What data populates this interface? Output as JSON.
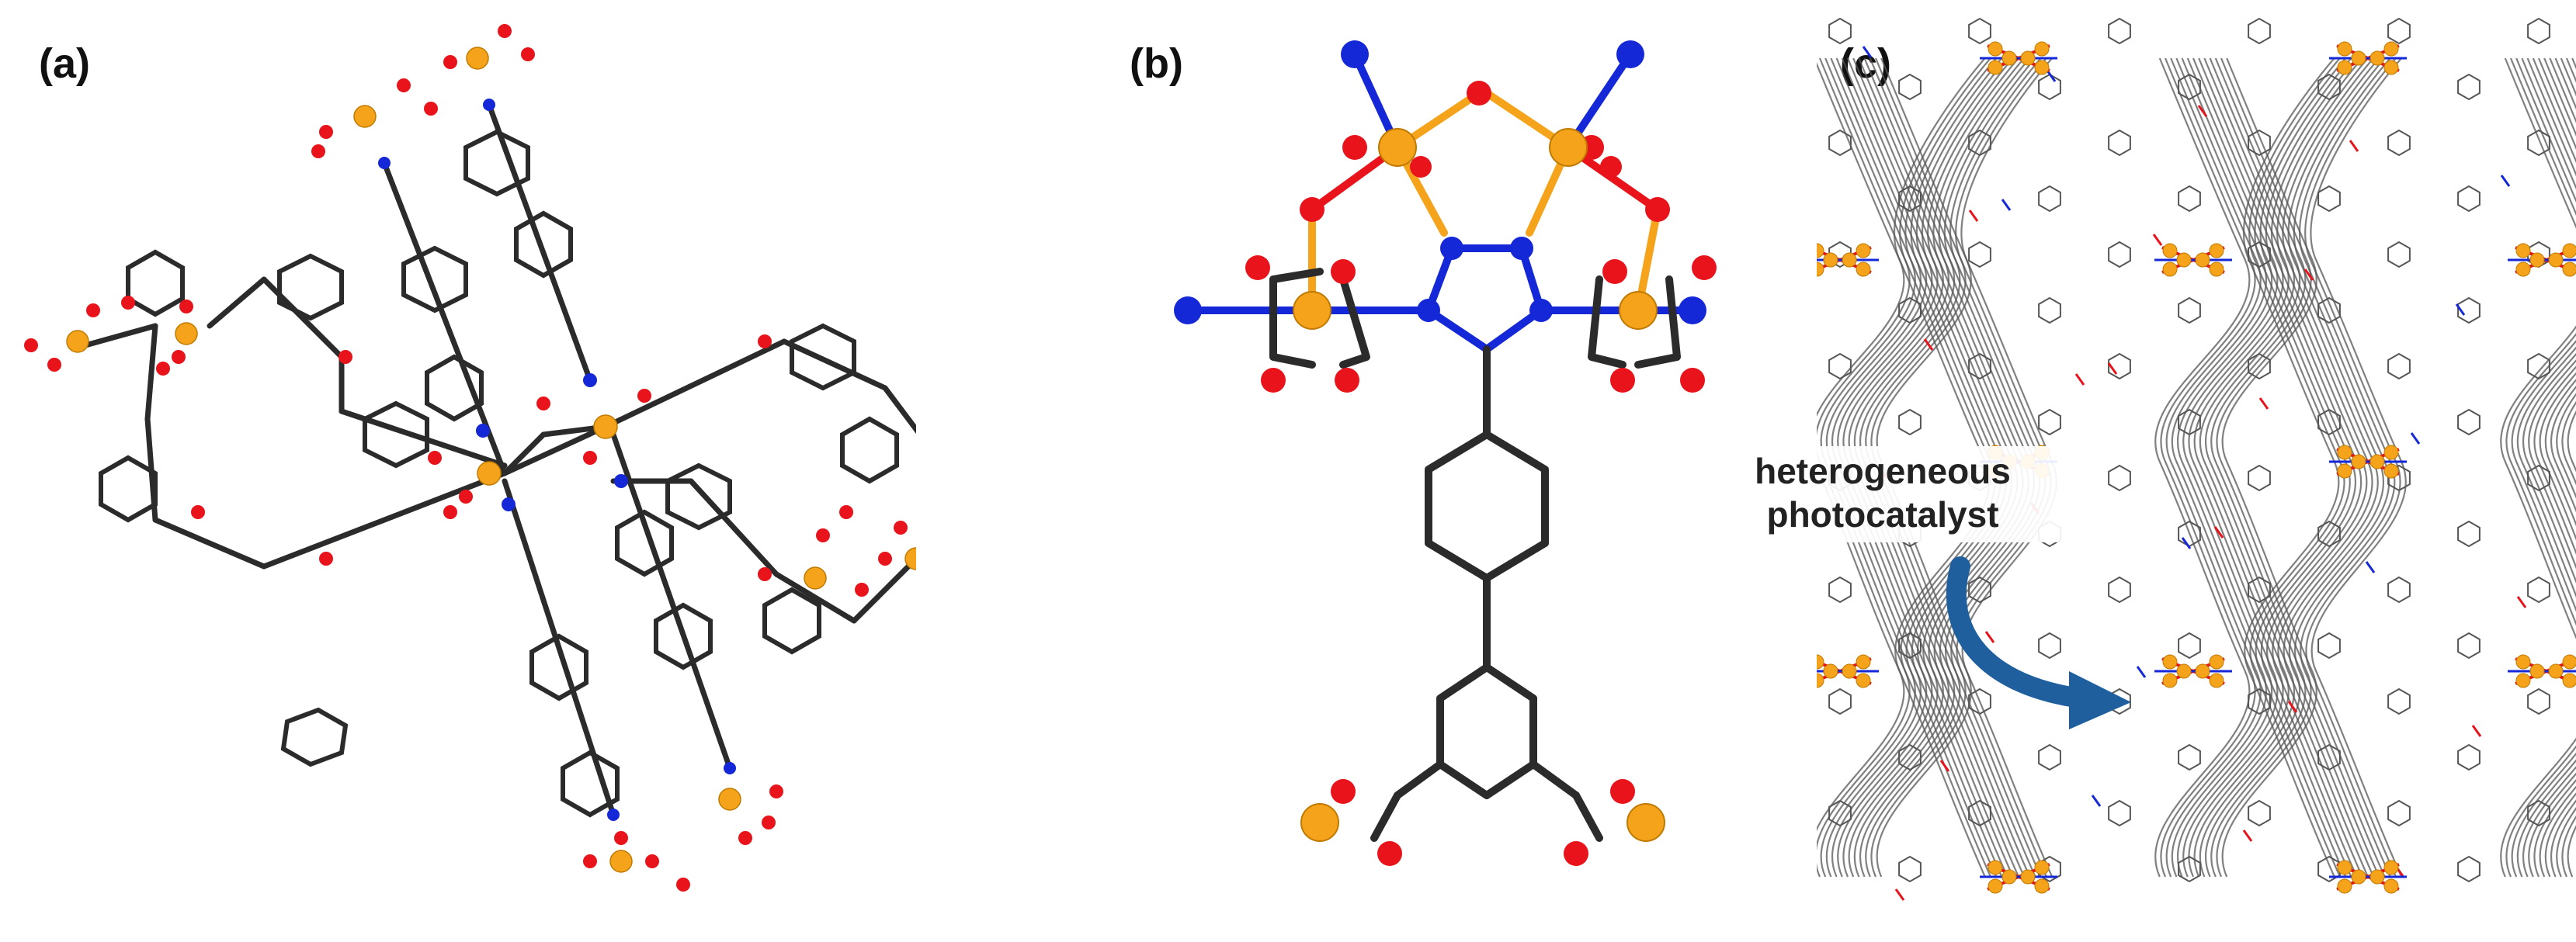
{
  "panels": {
    "a": {
      "label": "(a)"
    },
    "b": {
      "label": "(b)"
    },
    "c": {
      "label": "(c)"
    }
  },
  "annotation": {
    "line1": "heterogeneous",
    "line2": "photocatalyst",
    "arrow_color": "#1f5f9e"
  },
  "colors": {
    "bond": "#2b2b2b",
    "metal": "#f4a31a",
    "oxygen": "#e8131b",
    "nitrogen": "#1428d8",
    "framework": "#555555"
  }
}
